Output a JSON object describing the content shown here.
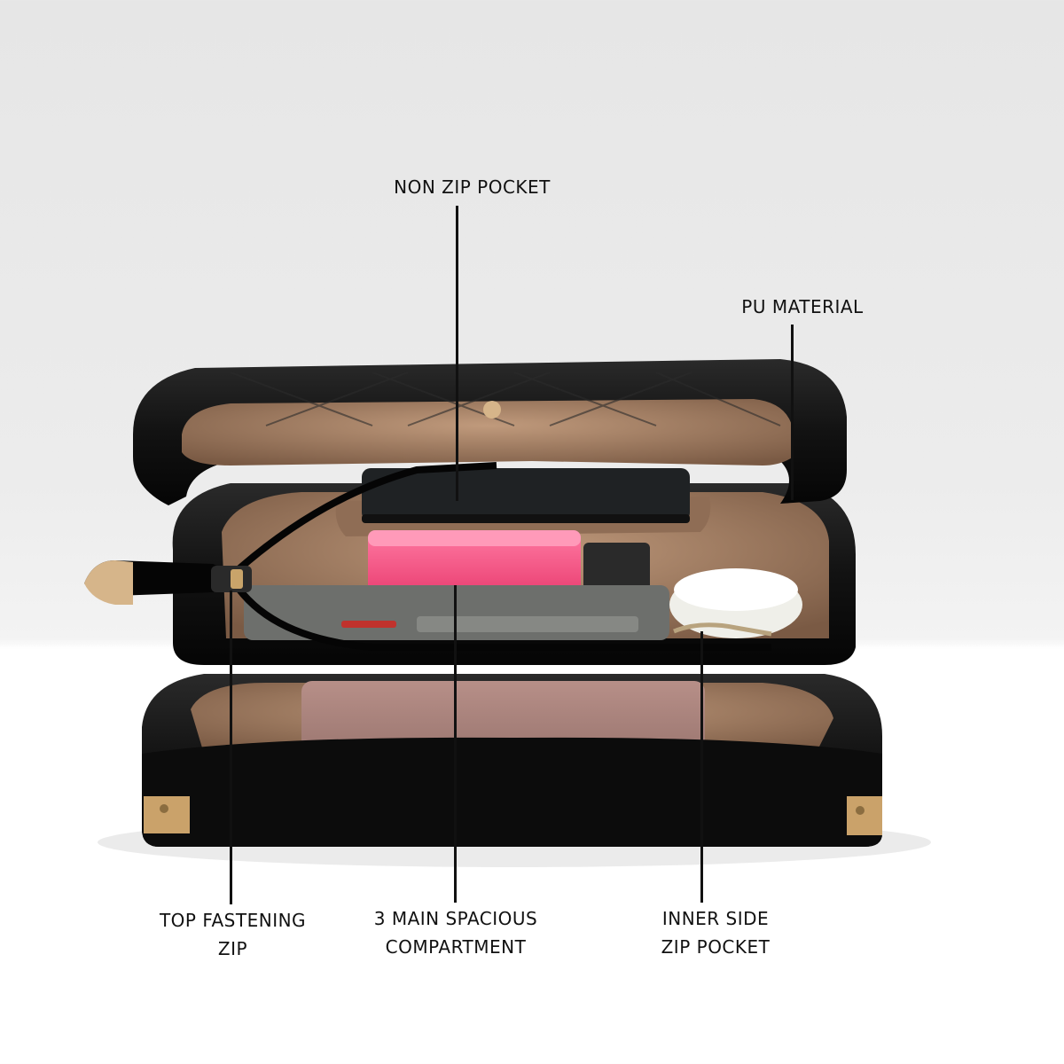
{
  "annotations": {
    "non_zip_pocket": "NON ZIP POCKET",
    "pu_material": "PU MATERIAL",
    "top_zip_line1": "TOP FASTENING",
    "top_zip_line2": "ZIP",
    "main_compartment_line1": "3 MAIN SPACIOUS",
    "main_compartment_line2": "COMPARTMENT",
    "inner_pocket_line1": "INNER SIDE",
    "inner_pocket_line2": "ZIP POCKET"
  },
  "colors": {
    "bag_leather": "#141414",
    "lining": "#9a7b62",
    "wallet": "#a8827c",
    "pink_case": "#f04a7c",
    "hardware_gold": "#c9a46a"
  }
}
